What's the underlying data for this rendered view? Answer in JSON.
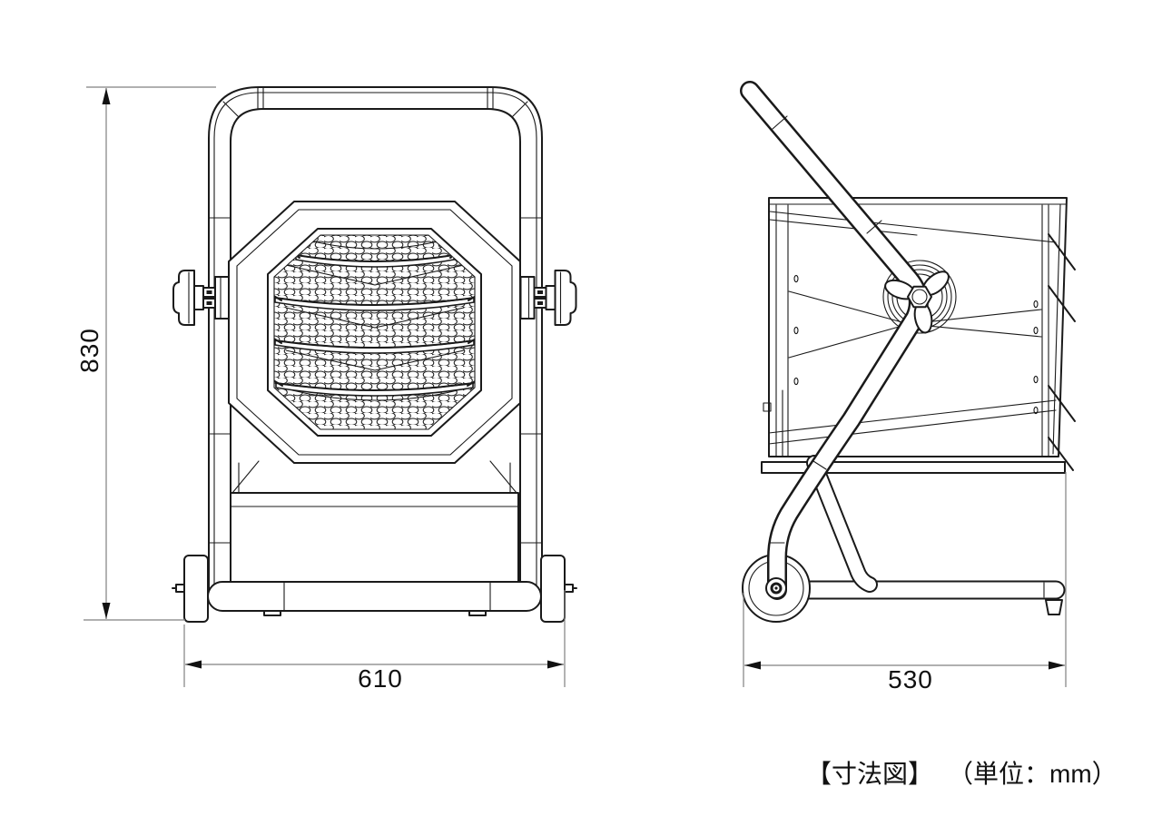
{
  "diagram": {
    "type": "technical-dimension-drawing",
    "caption": {
      "title": "【寸法図】",
      "unit_note": "（単位：mm）"
    },
    "dimensions": {
      "height": {
        "value": "830",
        "view": "front",
        "orientation": "vertical"
      },
      "width": {
        "value": "610",
        "view": "front",
        "orientation": "horizontal"
      },
      "depth": {
        "value": "530",
        "view": "side",
        "orientation": "horizontal"
      }
    },
    "colors": {
      "line": "#1a1a1a",
      "dimension_line": "#808080",
      "background": "#ffffff"
    }
  }
}
